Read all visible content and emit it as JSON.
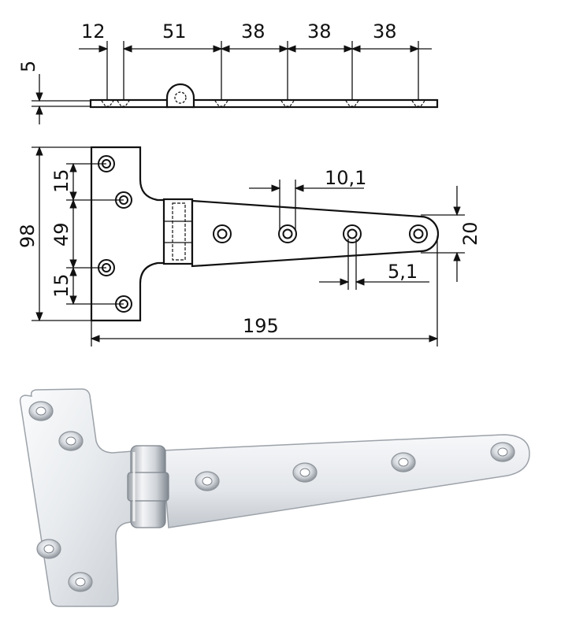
{
  "drawing": {
    "side_view": {
      "dim_12": "12",
      "dim_51": "51",
      "dim_38_a": "38",
      "dim_38_b": "38",
      "dim_38_c": "38",
      "dim_5": "5"
    },
    "front_view": {
      "dim_98": "98",
      "dim_15_top": "15",
      "dim_49": "49",
      "dim_15_bottom": "15",
      "dim_10_1": "10,1",
      "dim_20": "20",
      "dim_5_1": "5,1",
      "dim_195": "195"
    }
  },
  "photo": {
    "subject": "stainless-steel-t-hinge",
    "colors": {
      "metal_light": "#f2f3f5",
      "metal_mid": "#cfd3d8",
      "metal_dark": "#8f959c"
    }
  }
}
